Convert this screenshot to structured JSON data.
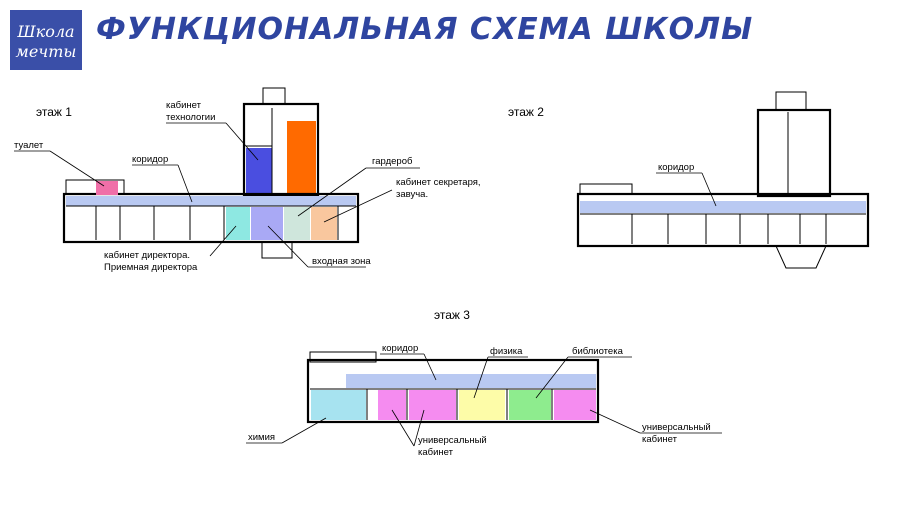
{
  "logo": {
    "line1": "Школа",
    "line2": "мечты"
  },
  "title": "ФУНКЦИОНАЛЬНАЯ СХЕМА ШКОЛЫ",
  "colors": {
    "corridor": "#b9c9f2",
    "technology": "#ff6a00",
    "blue_room": "#4a4ee0",
    "toilet": "#f06fa8",
    "director": "#8ee8e2",
    "entrance": "#a9a9f5",
    "wardrobe": "#cfe6dc",
    "secretary": "#f9c79e",
    "chemistry": "#a7e3f0",
    "universal": "#f58cf0",
    "physics": "#fdfca8",
    "library": "#8eec8e",
    "brand": "#2f45a0"
  },
  "floor1": {
    "label": "этаж 1",
    "labels": {
      "toilet": "туалет",
      "corridor": "коридор",
      "technology_1": "кабинет",
      "technology_2": "технологии",
      "wardrobe": "гардероб",
      "secretary_1": "кабинет секретаря,",
      "secretary_2": "завуча.",
      "director_1": "кабинет директора.",
      "director_2": "Приемная директора",
      "entrance": "входная зона"
    }
  },
  "floor2": {
    "label": "этаж 2",
    "labels": {
      "corridor": "коридор"
    }
  },
  "floor3": {
    "label": "этаж 3",
    "labels": {
      "corridor": "коридор",
      "physics": "физика",
      "library": "библиотека",
      "chemistry": "химия",
      "universal_1": "универсальный",
      "universal_2": "кабинет",
      "universal_right_1": "универсальный",
      "universal_right_2": "кабинет"
    }
  }
}
